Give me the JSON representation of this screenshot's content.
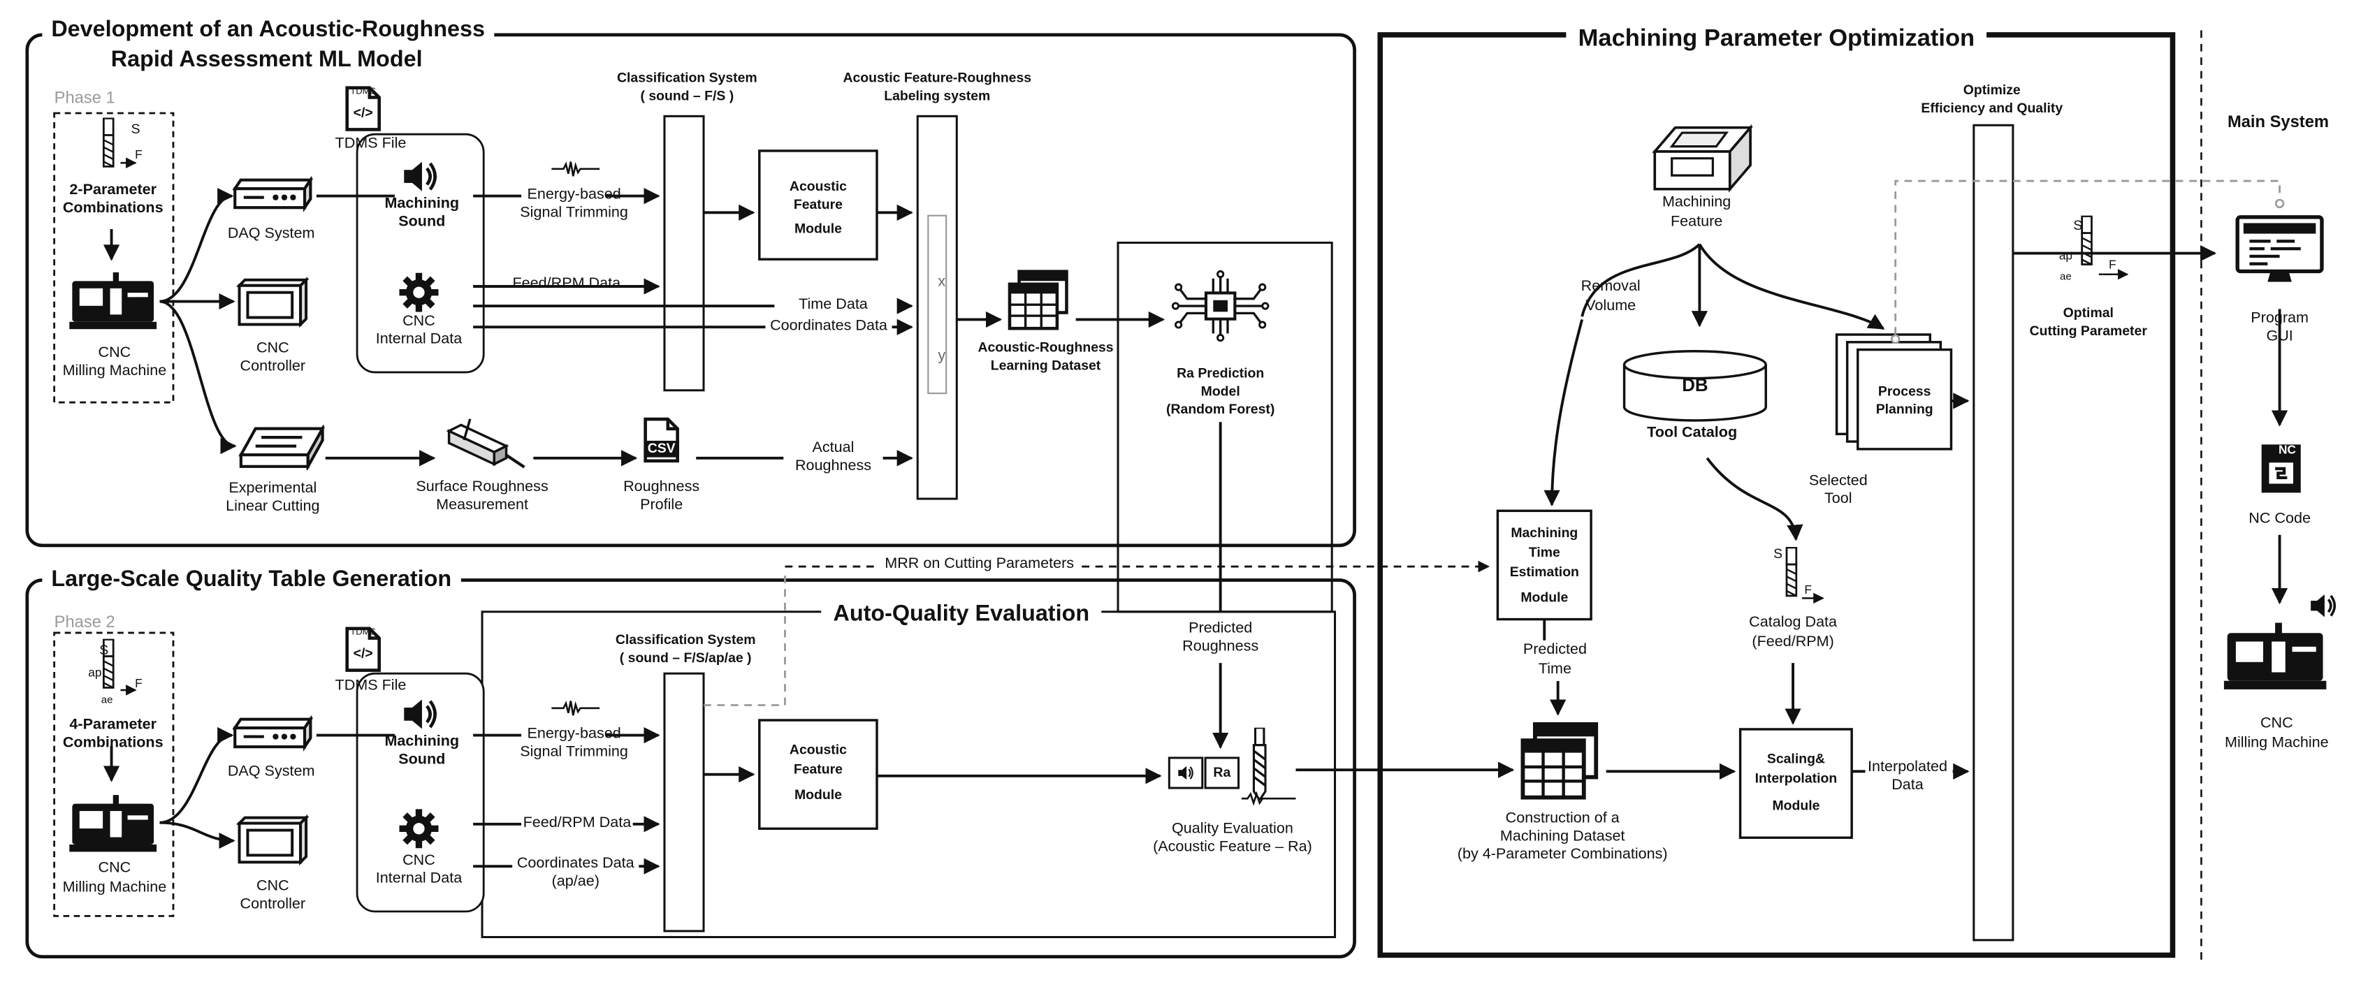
{
  "sections": {
    "dev_title_1": "Development of an Acoustic-Roughness",
    "dev_title_2": "Rapid Assessment ML Model",
    "phase1": "Phase 1",
    "large_title": "Large-Scale Quality Table Generation",
    "phase2": "Phase 2",
    "auto_quality": "Auto-Quality Evaluation",
    "opt_title": "Machining Parameter Optimization",
    "main_system": "Main System"
  },
  "phase1": {
    "param_1": "2-Parameter",
    "param_2": "Combinations",
    "cnc_1": "CNC",
    "cnc_2": "Milling Machine",
    "daq": "DAQ System",
    "controller_1": "CNC",
    "controller_2": "Controller",
    "linear_1": "Experimental",
    "linear_2": "Linear Cutting",
    "tdms": "TDMS File",
    "sound_1": "Machining",
    "sound_2": "Sound",
    "internal_1": "CNC",
    "internal_2": "Internal Data",
    "energy_1": "Energy-based",
    "energy_2": "Signal Trimming",
    "feed_rpm": "Feed/RPM Data",
    "time_data": "Time Data",
    "coord_data": "Coordinates Data",
    "surface_1": "Surface Roughness",
    "surface_2": "Measurement",
    "csv": "CSV",
    "profile_1": "Roughness",
    "profile_2": "Profile",
    "actual_1": "Actual",
    "actual_2": "Roughness",
    "class_1": "Classification System",
    "class_2": "( sound – F/S )",
    "acoustic_1": "Acoustic",
    "acoustic_2": "Feature",
    "acoustic_3": "Module",
    "label_1": "Acoustic Feature-Roughness",
    "label_2": "Labeling system",
    "axis_x": "x",
    "axis_y": "y",
    "dataset_1": "Acoustic-Roughness",
    "dataset_2": "Learning Dataset",
    "ra_1": "Ra Prediction",
    "ra_2": "Model",
    "ra_3": "(Random Forest)"
  },
  "phase2": {
    "param_1": "4-Parameter",
    "param_2": "Combinations",
    "cnc_1": "CNC",
    "cnc_2": "Milling Machine",
    "daq": "DAQ System",
    "controller_1": "CNC",
    "controller_2": "Controller",
    "tdms": "TDMS File",
    "sound_1": "Machining",
    "sound_2": "Sound",
    "internal_1": "CNC",
    "internal_2": "Internal Data",
    "energy_1": "Energy-based",
    "energy_2": "Signal Trimming",
    "feed_rpm": "Feed/RPM Data",
    "coord_1": "Coordinates Data",
    "coord_2": "(ap/ae)",
    "class_1": "Classification System",
    "class_2": "( sound – F/S/ap/ae )",
    "acoustic_1": "Acoustic",
    "acoustic_2": "Feature",
    "acoustic_3": "Module",
    "mrr": "MRR on Cutting Parameters",
    "predicted_1": "Predicted",
    "predicted_2": "Roughness",
    "ra_badge": "Ra",
    "quality_1": "Quality Evaluation",
    "quality_2": "(Acoustic Feature – Ra)"
  },
  "opt": {
    "feature_1": "Machining",
    "feature_2": "Feature",
    "removal_1": "Removal",
    "removal_2": "Volume",
    "db": "DB",
    "tool_catalog": "Tool Catalog",
    "process_1": "Process",
    "process_2": "Planning",
    "selected_1": "Selected",
    "selected_2": "Tool",
    "mte_1": "Machining",
    "mte_2": "Time",
    "mte_3": "Estimation",
    "mte_4": "Module",
    "ptime_1": "Predicted",
    "ptime_2": "Time",
    "catalog_1": "Catalog Data",
    "catalog_2": "(Feed/RPM)",
    "construction_1": "Construction of a",
    "construction_2": "Machining Dataset",
    "construction_3": "(by 4-Parameter Combinations)",
    "scaling_1": "Scaling&",
    "scaling_2": "Interpolation",
    "scaling_3": "Module",
    "interp_1": "Interpolated",
    "interp_2": "Data",
    "optimize_1": "Optimize",
    "optimize_2": "Efficiency and Quality",
    "optimal_1": "Optimal",
    "optimal_2": "Cutting Parameter"
  },
  "main": {
    "gui_1": "Program",
    "gui_2": "GUI",
    "nc_badge": "NC",
    "nc_code": "NC Code",
    "cnc_1": "CNC",
    "cnc_2": "Milling Machine"
  },
  "icon_labels": {
    "tdms_tag": "TDMS",
    "code_tag": "</>",
    "tool_s": "S",
    "tool_f": "F",
    "tool_ap": "ap",
    "tool_ae": "ae"
  }
}
